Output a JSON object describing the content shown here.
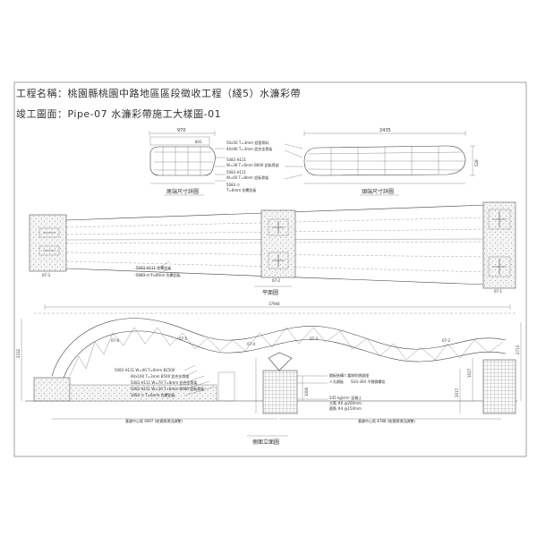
{
  "header": {
    "project_line": "工程名稱：桃園縣桃園中路地區區段徵收工程（綫5）水濂彩帶",
    "drawing_line": "竣工圖面：Pipe-07 水濂彩帶施工大樣圖-01"
  },
  "end_detail": {
    "tail_width": "970",
    "tail_inner": "841",
    "head_width": "2435",
    "head_height": "528",
    "notes": [
      "50x50 T=3mm 鋁管骨料",
      "40x90 T=3mm 鋁合金骨架",
      "5083 H111",
      "W=36 T=6mm B600 鋁板骨架",
      "5083 H111",
      "W=60 T=8mm 鋁板骨架",
      "5083 ∅",
      "T=6mm 包覆鋁板"
    ],
    "tail_caption": "尾端尺寸詳圖",
    "head_caption": "頭端尺寸詳圖"
  },
  "plan": {
    "labels": [
      "07-3",
      "07-2",
      "07-1"
    ],
    "notes": [
      "5083 H111 包覆鋁板",
      "5083 ∅ T=6mm 包覆鋁板"
    ],
    "caption": "平面圖"
  },
  "elevation": {
    "total_span": "17944",
    "notes_left": [
      "5083 H111 W=40 T=6mm B2500",
      "60x100 T=3mm B500 鋁合金骨架",
      "5083 H111 W=70 T=8mm 鋁合金骨架",
      "5083 H111 W=30 T=6mm B600 鋁板骨架",
      "5083 ∅ T=6mm 包覆鋁板"
    ],
    "notes_right": [
      "鋼板結構 t 鍍鋅防銹處理",
      "人孔鋼板",
      "SUS-304 不銹鋼螺栓",
      "245 kg/cm² 混凝土",
      "主筋 #6 @200mm",
      "箍筋 #4 @150mm"
    ],
    "base_left": "基礎中心距 9097 (依實際現況調整)",
    "base_right": "基礎中心距 8788 (依實際現況調整)",
    "height_left": "2332",
    "height_right": "2713",
    "dim_1000": "1000",
    "dim_1017": "1017",
    "dim_2017": "2017",
    "section_labels": [
      "07-6",
      "07-5",
      "07-4",
      "07-3",
      "07-2"
    ],
    "caption": "側面立面圖"
  }
}
